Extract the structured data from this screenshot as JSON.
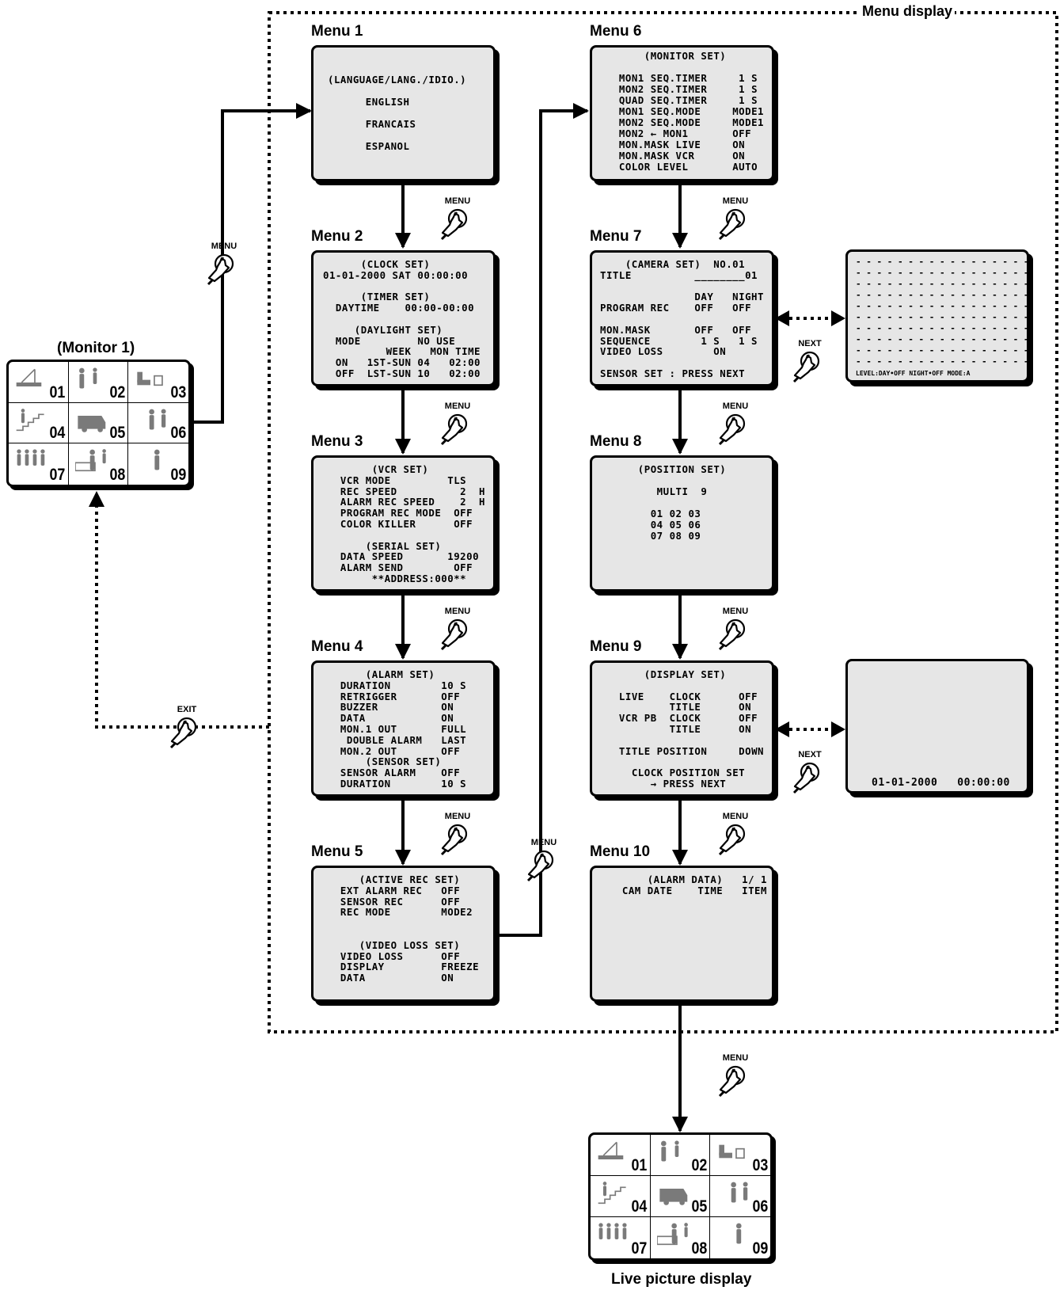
{
  "frame_label": "Menu display",
  "monitor1_label": "(Monitor 1)",
  "live_label": "Live picture display",
  "button_labels": {
    "menu": "MENU",
    "next": "NEXT",
    "exit": "EXIT"
  },
  "camera_numbers": [
    "01",
    "02",
    "03",
    "04",
    "05",
    "06",
    "07",
    "08",
    "09"
  ],
  "menus": [
    {
      "title": "Menu 1",
      "lines": [
        "(LANGUAGE/LANG./IDIO.)",
        "",
        "      ENGLISH",
        "",
        "      FRANCAIS",
        "",
        "      ESPANOL"
      ]
    },
    {
      "title": "Menu 2",
      "lines": [
        "      (CLOCK SET)",
        "01-01-2000 SAT 00:00:00",
        "",
        "      (TIMER SET)",
        "  DAYTIME    00:00-00:00",
        "",
        "     (DAYLIGHT SET)",
        "  MODE         NO USE",
        "          WEEK   MON TIME",
        "  ON   1ST-SUN 04   02:00",
        "  OFF  LST-SUN 10   02:00"
      ]
    },
    {
      "title": "Menu 3",
      "lines": [
        "       (VCR SET)",
        "  VCR MODE         TLS",
        "  REC SPEED          2  H",
        "  ALARM REC SPEED    2  H",
        "  PROGRAM REC MODE  OFF",
        "  COLOR KILLER      OFF",
        "",
        "      (SERIAL SET)",
        "  DATA SPEED       19200",
        "  ALARM SEND        OFF",
        "       **ADDRESS:000**"
      ]
    },
    {
      "title": "Menu 4",
      "lines": [
        "      (ALARM SET)",
        "  DURATION        10 S",
        "  RETRIGGER       OFF",
        "  BUZZER          ON",
        "  DATA            ON",
        "  MON.1 OUT       FULL",
        "   DOUBLE ALARM   LAST",
        "  MON.2 OUT       OFF",
        "      (SENSOR SET)",
        "  SENSOR ALARM    OFF",
        "  DURATION        10 S"
      ]
    },
    {
      "title": "Menu 5",
      "lines": [
        "     (ACTIVE REC SET)",
        "  EXT ALARM REC   OFF",
        "  SENSOR REC      OFF",
        "  REC MODE        MODE2",
        "",
        "",
        "     (VIDEO LOSS SET)",
        "  VIDEO LOSS      OFF",
        "  DISPLAY         FREEZE",
        "  DATA            ON"
      ]
    },
    {
      "title": "Menu 6",
      "lines": [
        "      (MONITOR SET)",
        "",
        "  MON1 SEQ.TIMER     1 S",
        "  MON2 SEQ.TIMER     1 S",
        "  QUAD SEQ.TIMER     1 S",
        "  MON1 SEQ.MODE     MODE1",
        "  MON2 SEQ.MODE     MODE1",
        "  MON2 ← MON1       OFF",
        "  MON.MASK LIVE     ON",
        "  MON.MASK VCR      ON",
        "  COLOR LEVEL       AUTO"
      ]
    },
    {
      "title": "Menu 7",
      "lines": [
        "    (CAMERA SET)  NO.01",
        "TITLE          ________01",
        "",
        "               DAY   NIGHT",
        "PROGRAM REC    OFF   OFF",
        "",
        "MON.MASK       OFF   OFF",
        "SEQUENCE        1 S   1 S",
        "VIDEO LOSS        ON",
        "",
        "SENSOR SET : PRESS NEXT"
      ]
    },
    {
      "title": "Menu 8",
      "lines": [
        "     (POSITION SET)",
        "",
        "        MULTI  9",
        "",
        "       01 02 03",
        "       04 05 06",
        "       07 08 09"
      ]
    },
    {
      "title": "Menu 9",
      "lines": [
        "      (DISPLAY SET)",
        "",
        "  LIVE    CLOCK      OFF",
        "          TITLE      ON",
        "  VCR PB  CLOCK      OFF",
        "          TITLE      ON",
        "",
        "  TITLE POSITION     DOWN",
        "",
        "    CLOCK POSITION SET",
        "       → PRESS NEXT"
      ]
    },
    {
      "title": "Menu 10",
      "lines": [
        "       (ALARM DATA)   1/ 1",
        "   CAM DATE    TIME   ITEM"
      ]
    }
  ],
  "mask_screen": {
    "lines": [
      "- - - - - - - - - - - - - - - - -",
      "- - - - - - - - - - - - - - - - -",
      "- - - - - - - - - - - - - - - - -",
      "- - - - - - - - - - - - - - - - -",
      "- - - - - - - - - - - - - - - - -",
      "- - - - - - - - - - - - - - - - -",
      "- - - - - - - - - - - - - - - - -",
      "- - - - - - - - - - - - - - - - -",
      "- - - - - - - - - - - - - - - - -",
      "- - - - - - - - - - - - - - - - -"
    ],
    "footer": "LEVEL:DAY•OFF NIGHT•OFF  MODE:A"
  },
  "clock_screen": {
    "text": "01-01-2000   00:00:00"
  }
}
